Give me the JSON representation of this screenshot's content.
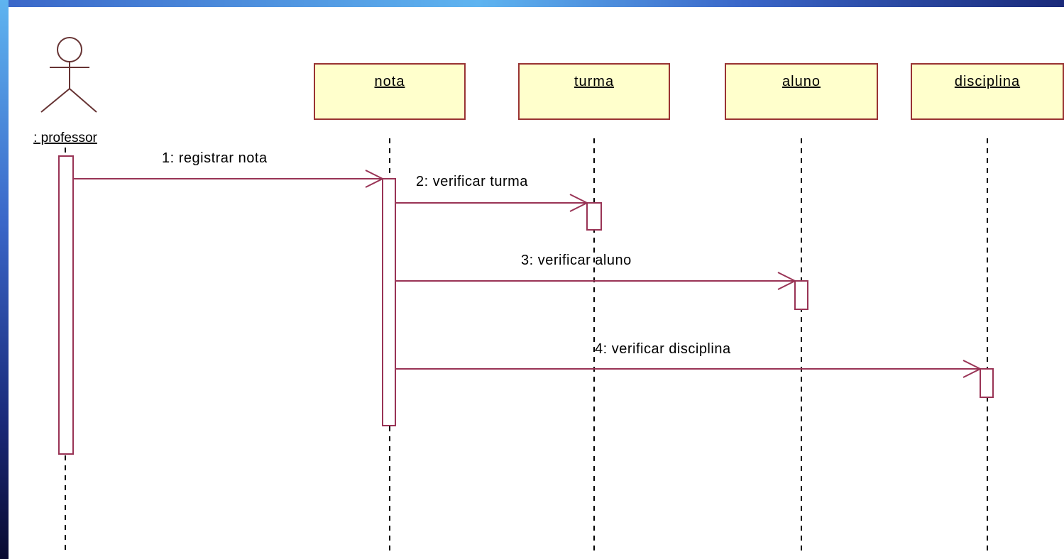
{
  "diagram": {
    "type": "sequence",
    "actor": {
      "label": ": professor",
      "icon": "stick-figure-icon"
    },
    "objects": [
      {
        "label": "nota"
      },
      {
        "label": "turma"
      },
      {
        "label": "aluno"
      },
      {
        "label": "disciplina"
      }
    ],
    "messages": [
      {
        "label": "1: registrar nota",
        "from": "professor",
        "to": "nota"
      },
      {
        "label": "2: verificar turma",
        "from": "nota",
        "to": "turma"
      },
      {
        "label": "3: verificar aluno",
        "from": "nota",
        "to": "aluno"
      },
      {
        "label": "4: verificar disciplina",
        "from": "nota",
        "to": "disciplina"
      }
    ],
    "colors": {
      "object_fill": "#ffffcc",
      "object_stroke": "#993333",
      "message_line": "#993355",
      "lifeline": "#000000",
      "frame_accent": "#3a66c8"
    }
  }
}
